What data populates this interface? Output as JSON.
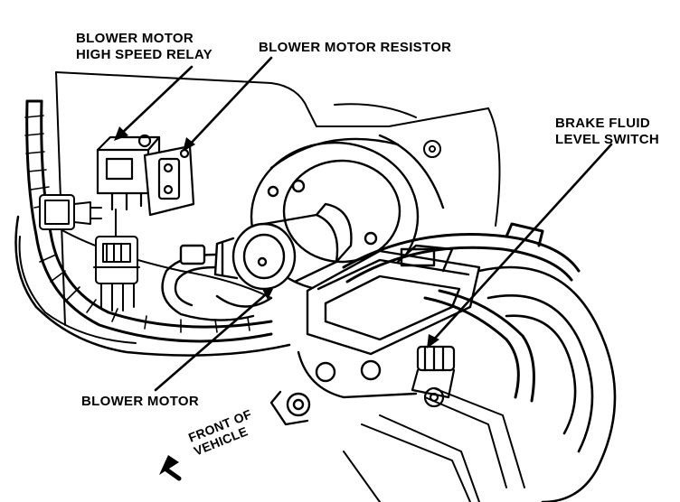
{
  "labels": {
    "relay": [
      "BLOWER MOTOR",
      "HIGH SPEED RELAY"
    ],
    "resistor": "BLOWER MOTOR RESISTOR",
    "brake_switch": [
      "BRAKE FLUID",
      "LEVEL SWITCH"
    ],
    "blower_motor": "BLOWER MOTOR",
    "front_of_vehicle": [
      "FRONT OF",
      "VEHICLE"
    ]
  },
  "colors": {
    "ink": "#000000",
    "paper": "#ffffff"
  }
}
